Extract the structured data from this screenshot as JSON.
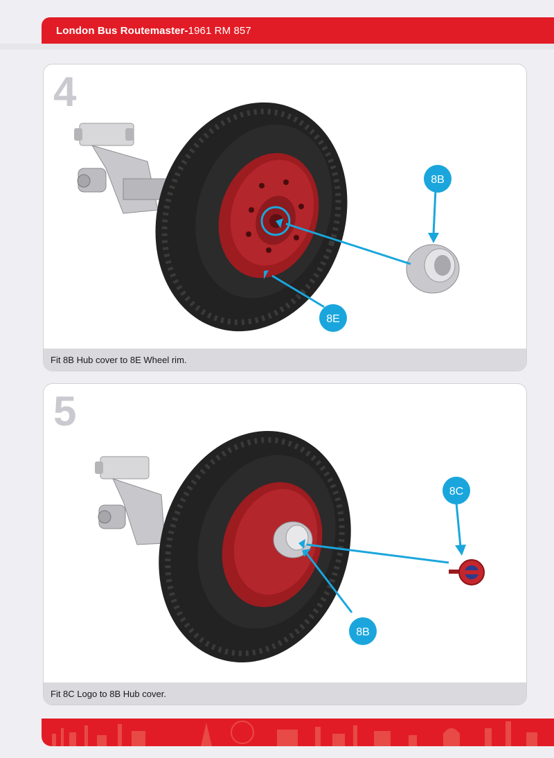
{
  "header": {
    "title_bold": "London Bus Routemaster-",
    "title_rest": "1961 RM 857"
  },
  "steps": [
    {
      "number": "4",
      "caption": "Fit 8B Hub cover to 8E Wheel rim.",
      "labels": {
        "part_a": "8B",
        "part_b": "8E"
      }
    },
    {
      "number": "5",
      "caption": "Fit 8C Logo to 8B Hub cover.",
      "labels": {
        "part_a": "8C",
        "part_b": "8B"
      }
    }
  ],
  "colors": {
    "brand_red": "#e21c26",
    "callout_blue": "#1aa6dc",
    "rim_red": "#9c1c20",
    "tyre": "#1e1e1e"
  }
}
